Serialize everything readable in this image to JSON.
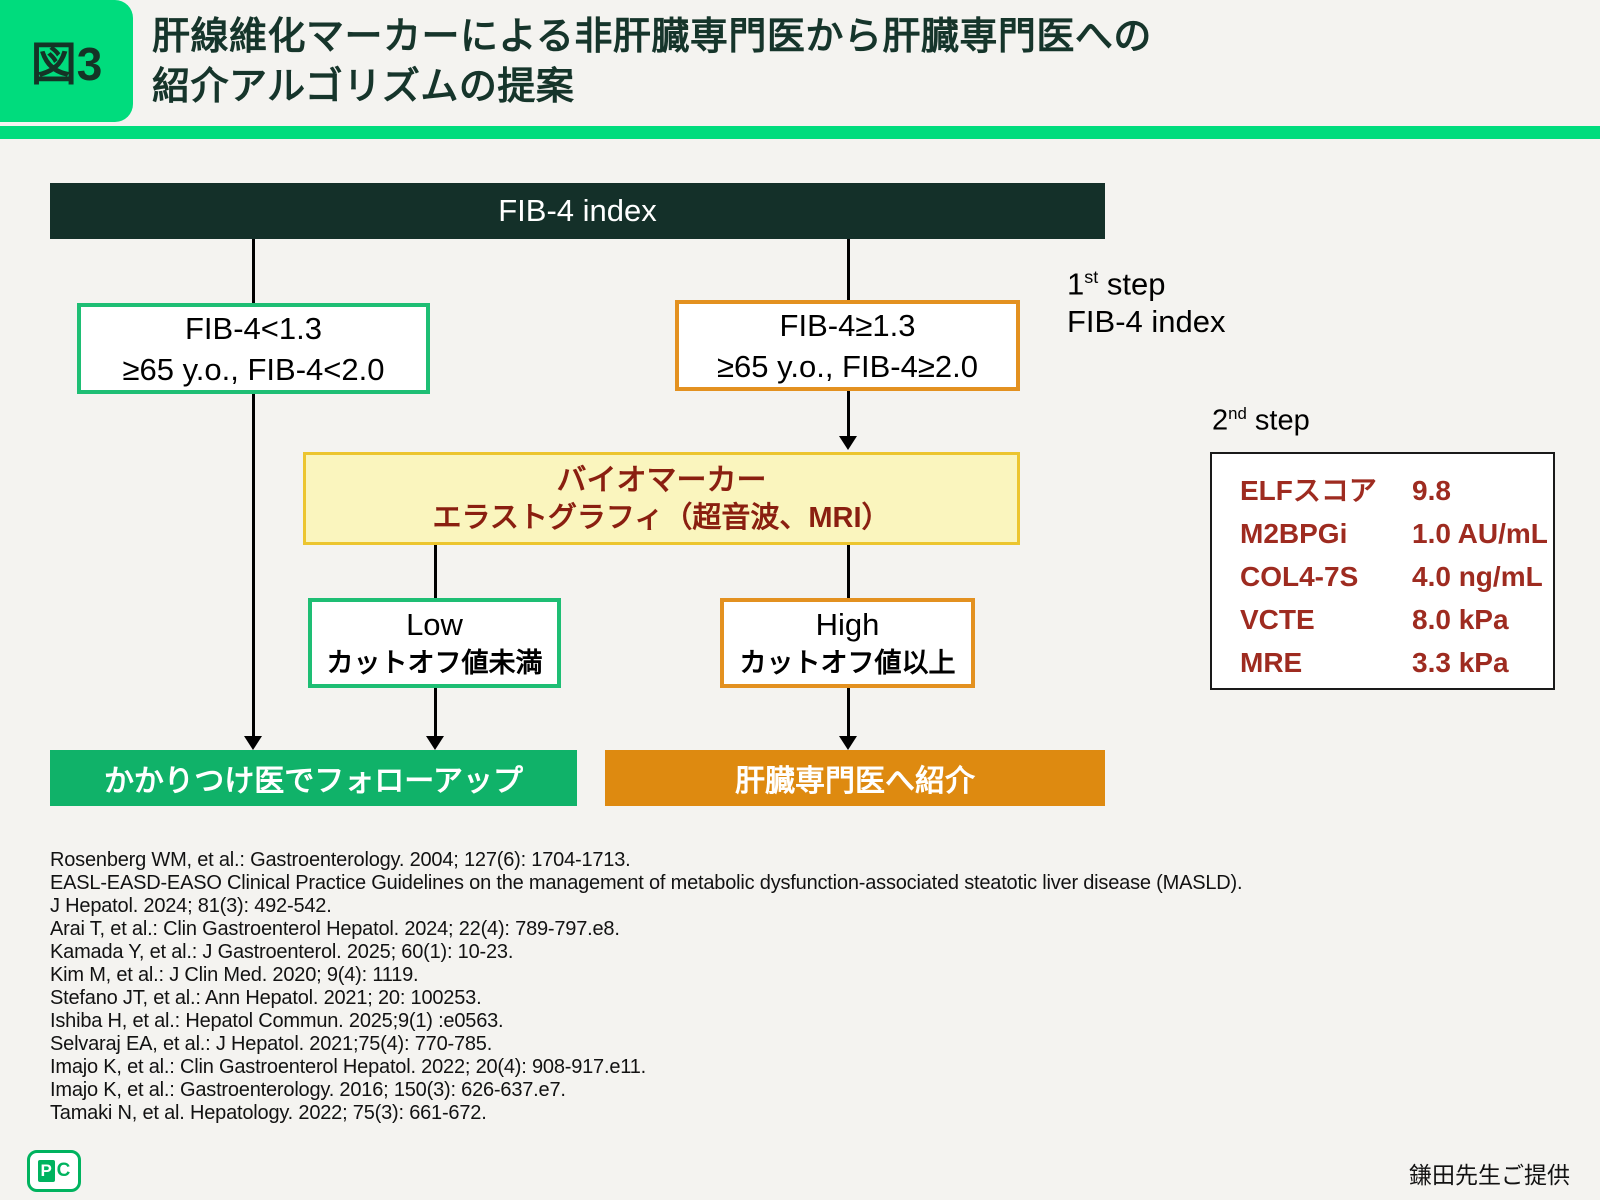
{
  "header": {
    "figure_label": "図3",
    "title_line1": "肝線維化マーカーによる非肝臓専門医から肝臓専門医への",
    "title_line2": "紹介アルゴリズムの提案"
  },
  "flowchart": {
    "root_label": "FIB-4 index",
    "left_branch": {
      "line1": "FIB-4<1.3",
      "line2": "≥65 y.o., FIB-4<2.0"
    },
    "right_branch": {
      "line1": "FIB-4≥1.3",
      "line2": "≥65 y.o., FIB-4≥2.0"
    },
    "step1": {
      "num": "1",
      "sup": "st",
      "rest": " step",
      "line2": "FIB-4 index"
    },
    "step2": {
      "num": "2",
      "sup": "nd",
      "rest": " step"
    },
    "biomarker": {
      "line1": "バイオマーカー",
      "line2": "エラストグラフィ（超音波、MRI）"
    },
    "low": {
      "line1": "Low",
      "line2": "カットオフ値未満"
    },
    "high": {
      "line1": "High",
      "line2": "カットオフ値以上"
    },
    "outcome_left": "かかりつけ医でフォローアップ",
    "outcome_right": "肝臓専門医へ紹介"
  },
  "cutoff_table": {
    "rows": [
      {
        "label": "ELFスコア",
        "value": "9.8"
      },
      {
        "label": "M2BPGi",
        "value": "1.0 AU/mL"
      },
      {
        "label": "COL4-7S",
        "value": "4.0 ng/mL"
      },
      {
        "label": "VCTE",
        "value": "8.0 kPa"
      },
      {
        "label": "MRE",
        "value": "3.3 kPa"
      }
    ]
  },
  "references": [
    "Rosenberg WM, et al.: Gastroenterology. 2004; 127(6): 1704-1713.",
    "EASL-EASD-EASO Clinical Practice Guidelines on the management of metabolic dysfunction-associated steatotic liver disease (MASLD).",
    "J Hepatol. 2024; 81(3): 492-542.",
    "Arai T, et al.: Clin Gastroenterol Hepatol. 2024; 22(4): 789-797.e8.",
    "Kamada Y, et al.: J Gastroenterol. 2025; 60(1): 10-23.",
    "Kim M, et al.: J Clin Med. 2020; 9(4): 1119.",
    "Stefano JT, et al.: Ann Hepatol. 2021; 20: 100253.",
    "Ishiba H, et al.: Hepatol Commun. 2025;9(1) :e0563.",
    "Selvaraj EA, et al.: J Hepatol. 2021;75(4): 770-785.",
    "Imajo K, et al.: Clin Gastroenterol Hepatol. 2022; 20(4): 908-917.e11.",
    "Imajo K, et al.: Gastroenterology. 2016; 150(3): 626-637.e7.",
    "Tamaki N, et al. Hepatology. 2022; 75(3): 661-672."
  ],
  "footer": {
    "logo_p": "P",
    "logo_c": "C",
    "credit": "鎌田先生ご提供"
  },
  "colors": {
    "accent_green": "#00dc7d",
    "dark_green_bar": "#143029",
    "branch_green_border": "#1ebe74",
    "branch_orange_border": "#e39120",
    "biomarker_bg": "#faf5be",
    "biomarker_border": "#ecc52f",
    "biomarker_text": "#8a1f10",
    "table_text": "#9e2b20",
    "outcome_green": "#10b269",
    "outcome_orange": "#de8a10"
  }
}
